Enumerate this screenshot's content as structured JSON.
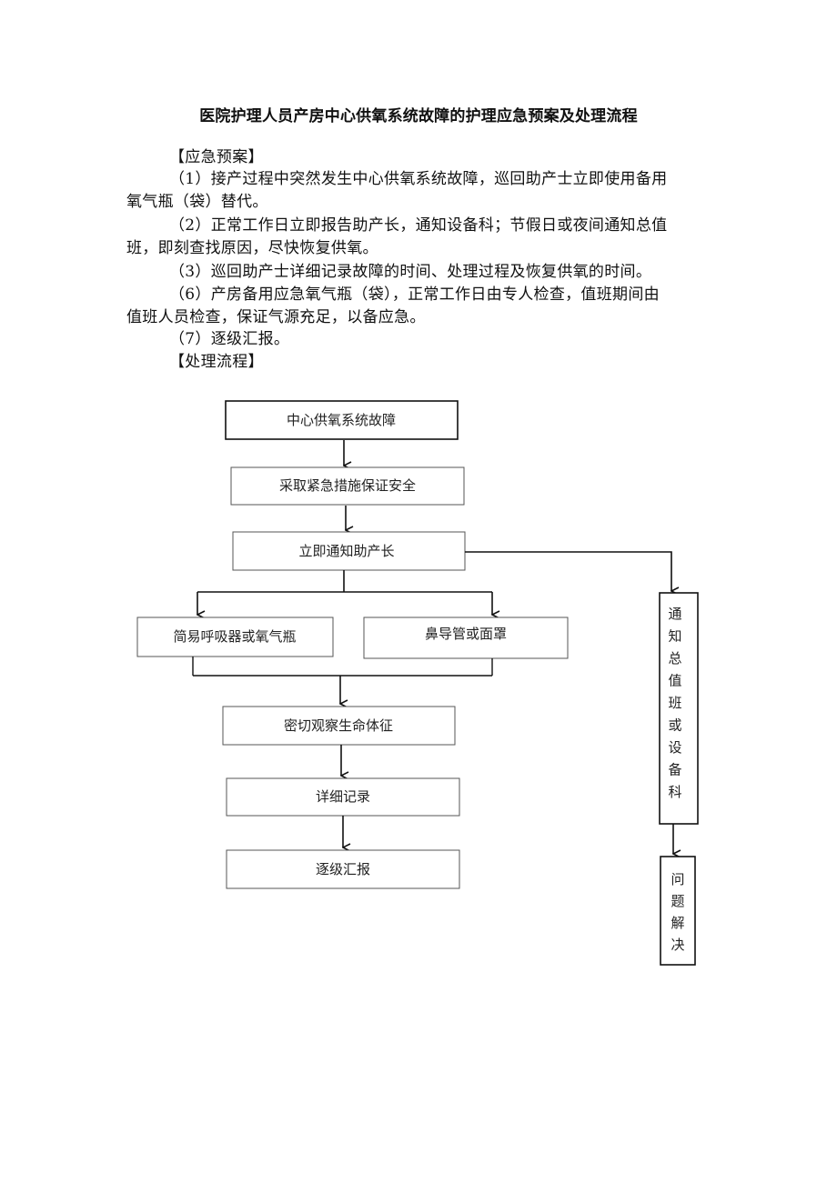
{
  "document": {
    "title": "医院护理人员产房中心供氧系统故障的护理应急预案及处理流程",
    "section_plan": "【应急预案】",
    "para1": "（1）接产过程中突然发生中心供氧系统故障，巡回助产士立即使用备用",
    "para1_cont": "氧气瓶（袋）替代。",
    "para2": "（2）正常工作日立即报告助产长，通知设备科；节假日或夜间通知总值",
    "para2_cont": "班，即刻查找原因，尽快恢复供氧。",
    "para3": "（3）巡回助产士详细记录故障的时间、处理过程及恢复供氧的时间。",
    "para6": "（6）产房备用应急氧气瓶（袋），正常工作日由专人检查，值班期间由",
    "para6_cont": "值班人员检查，保证气源充足，以备应急。",
    "para7": "（7）逐级汇报。",
    "section_flow": "【处理流程】"
  },
  "flowchart": {
    "step1": "中心供氧系统故障",
    "step2": "采取紧急措施保证安全",
    "step3": "立即通知助产长",
    "branch_left": "简易呼吸器或氧气瓶",
    "branch_right": "鼻导管或面罩",
    "step4": "密切观察生命体征",
    "step5": "详细记录",
    "step6": "逐级汇报",
    "side1_chars": [
      "通",
      "知",
      "总",
      "值",
      "班",
      "或",
      "设",
      "备",
      "科"
    ],
    "side2_chars": [
      "问",
      "题",
      "解",
      "决"
    ]
  }
}
